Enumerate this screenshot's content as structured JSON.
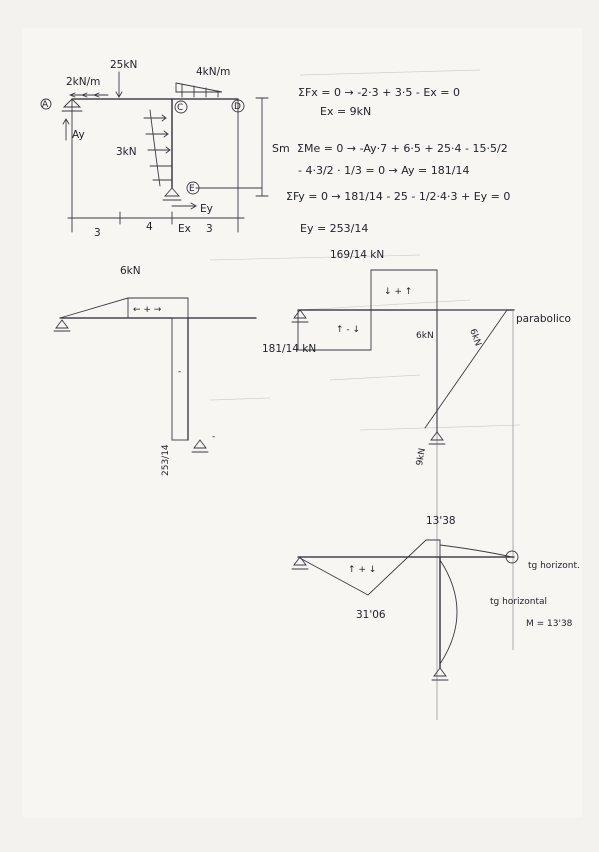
{
  "sheet": {
    "paper_color": "#f7f6f3",
    "ink_color": "#23232b"
  },
  "structure": {
    "loads": {
      "dist_left": "2kN/m",
      "point_top": "25kN",
      "dist_right": "4kN/m",
      "column_load": "3kN"
    },
    "nodes": {
      "a": "A",
      "c": "C",
      "d": "D",
      "e": "E"
    },
    "reactions": {
      "ay": "Ay",
      "ex": "Ex",
      "ey": "Ey"
    },
    "spans": [
      "3",
      "4",
      "3"
    ]
  },
  "equations": {
    "line1": "ΣFx = 0 → -2·3 + 3·5 - Ex = 0",
    "line2": "Ex = 9kN",
    "line3": "ΣMe = 0 → -Ay·7 + 6·5 + 25·4 - 15·5/2",
    "line4": "- 4·3/2 · 1/3 = 0 → Ay = 181/14",
    "line5": "ΣFy = 0 → 181/14 - 25 - 1/2·4·3 + Ey = 0",
    "line6": "Ey = 253/14",
    "margin_prefix": "Sm"
  },
  "axial": {
    "label": "6kN",
    "bottom": "253/14",
    "sign_beam": "← + →",
    "sign_col": "-",
    "sign_right": "-"
  },
  "shear": {
    "top": "169/14 kN",
    "left": "181/14 kN",
    "bottom": "9kN",
    "col_left": "6kN",
    "col_right": "6kN",
    "note": "parabolico"
  },
  "moment": {
    "top": "13'38",
    "bottom": "31'06",
    "note1": "tg horizont.",
    "note2": "tg horizontal",
    "note3": "M = 13'38"
  }
}
